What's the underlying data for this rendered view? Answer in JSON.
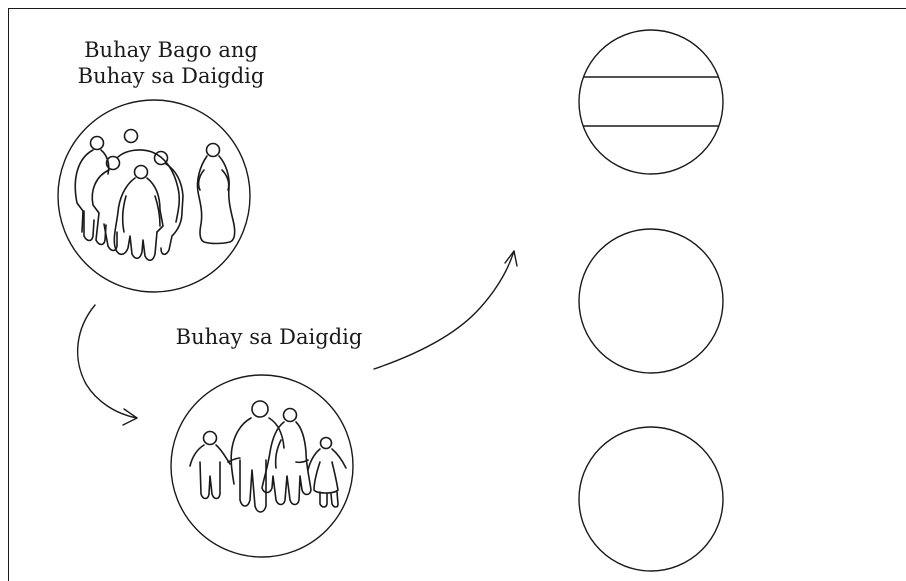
{
  "diagram": {
    "labels": {
      "top_line1": "Buhay Bago ang",
      "top_line2": "Buhay sa Daigdig",
      "bottom": "Buhay sa Daigdig"
    },
    "icons": [
      "spirit-family-icon",
      "earth-family-icon",
      "divided-circle-icon",
      "empty-circle-icon"
    ],
    "stroke_color": "#1a1a1a",
    "background_color": "#ffffff"
  }
}
